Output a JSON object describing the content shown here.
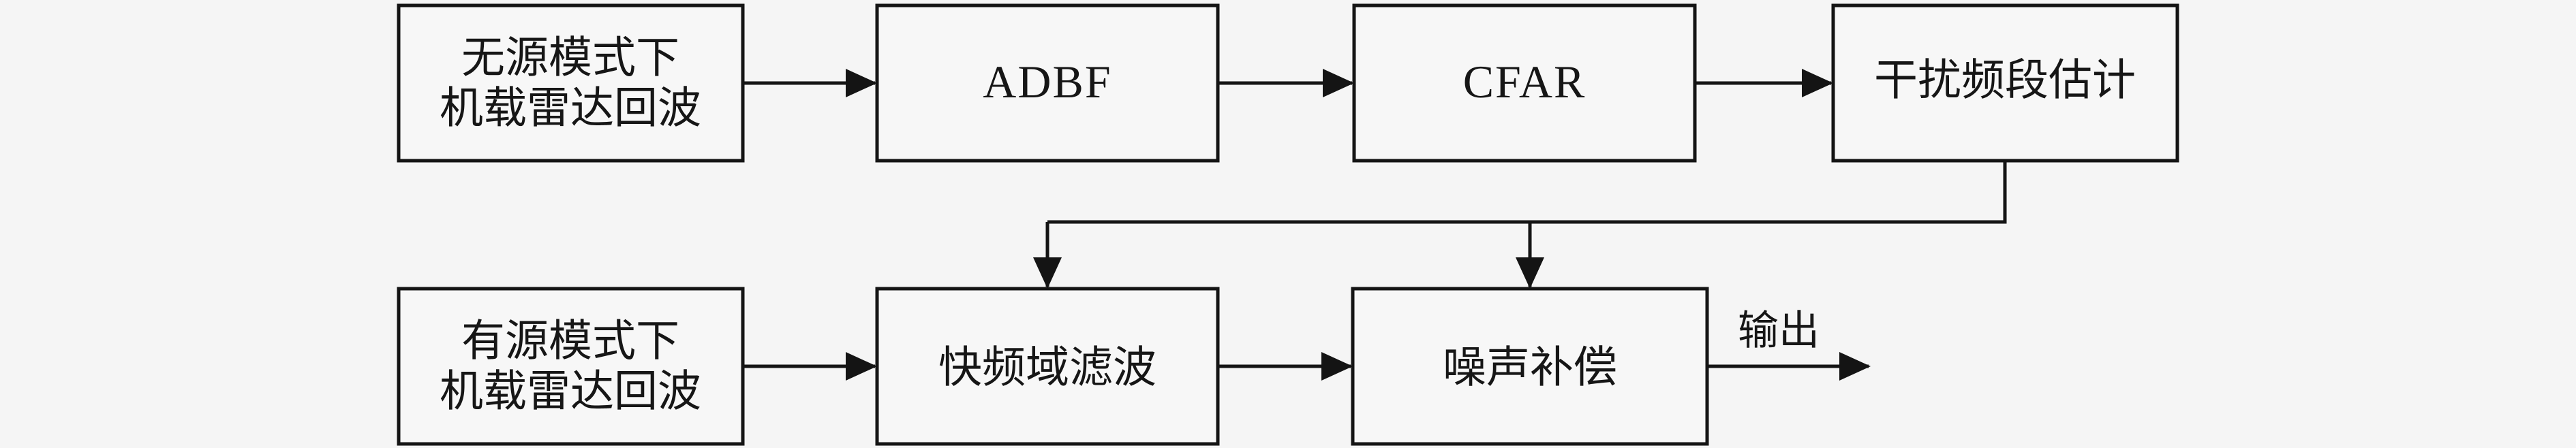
{
  "colors": {
    "background": "#f5f5f5",
    "box_fill": "#f7f7f7",
    "line": "#141414"
  },
  "flowchart": {
    "top_row": [
      {
        "id": "passive-radar-echo",
        "line1": "无源模式下",
        "line2": "机载雷达回波"
      },
      {
        "id": "adbf",
        "label": "ADBF"
      },
      {
        "id": "cfar",
        "label": "CFAR"
      },
      {
        "id": "interference-band-estimation",
        "label": "干扰频段估计"
      }
    ],
    "bottom_row": [
      {
        "id": "active-radar-echo",
        "line1": "有源模式下",
        "line2": "机载雷达回波"
      },
      {
        "id": "fast-frequency-domain-filtering",
        "label": "快频域滤波"
      },
      {
        "id": "noise-compensation",
        "label": "噪声补偿"
      }
    ],
    "output_label": "输出"
  }
}
